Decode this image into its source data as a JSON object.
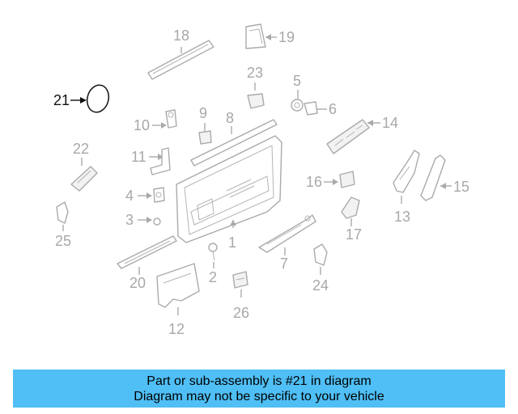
{
  "diagram": {
    "highlighted_part": "21",
    "callouts": {
      "p1": "1",
      "p2": "2",
      "p3": "3",
      "p4": "4",
      "p5": "5",
      "p6": "6",
      "p7": "7",
      "p8": "8",
      "p9": "9",
      "p10": "10",
      "p11": "11",
      "p12": "12",
      "p13": "13",
      "p14": "14",
      "p15": "15",
      "p16": "16",
      "p17": "17",
      "p18": "18",
      "p19": "19",
      "p20": "20",
      "p21": "21",
      "p22": "22",
      "p23": "23",
      "p24": "24",
      "p25": "25",
      "p26": "26"
    }
  },
  "banner": {
    "line1": "Part or sub-assembly is #21 in diagram",
    "line2": "Diagram may not be specific to your vehicle"
  },
  "colors": {
    "highlight": "#111111",
    "part_line": "#aaaaaa",
    "banner_bg": "#4fbff5"
  }
}
